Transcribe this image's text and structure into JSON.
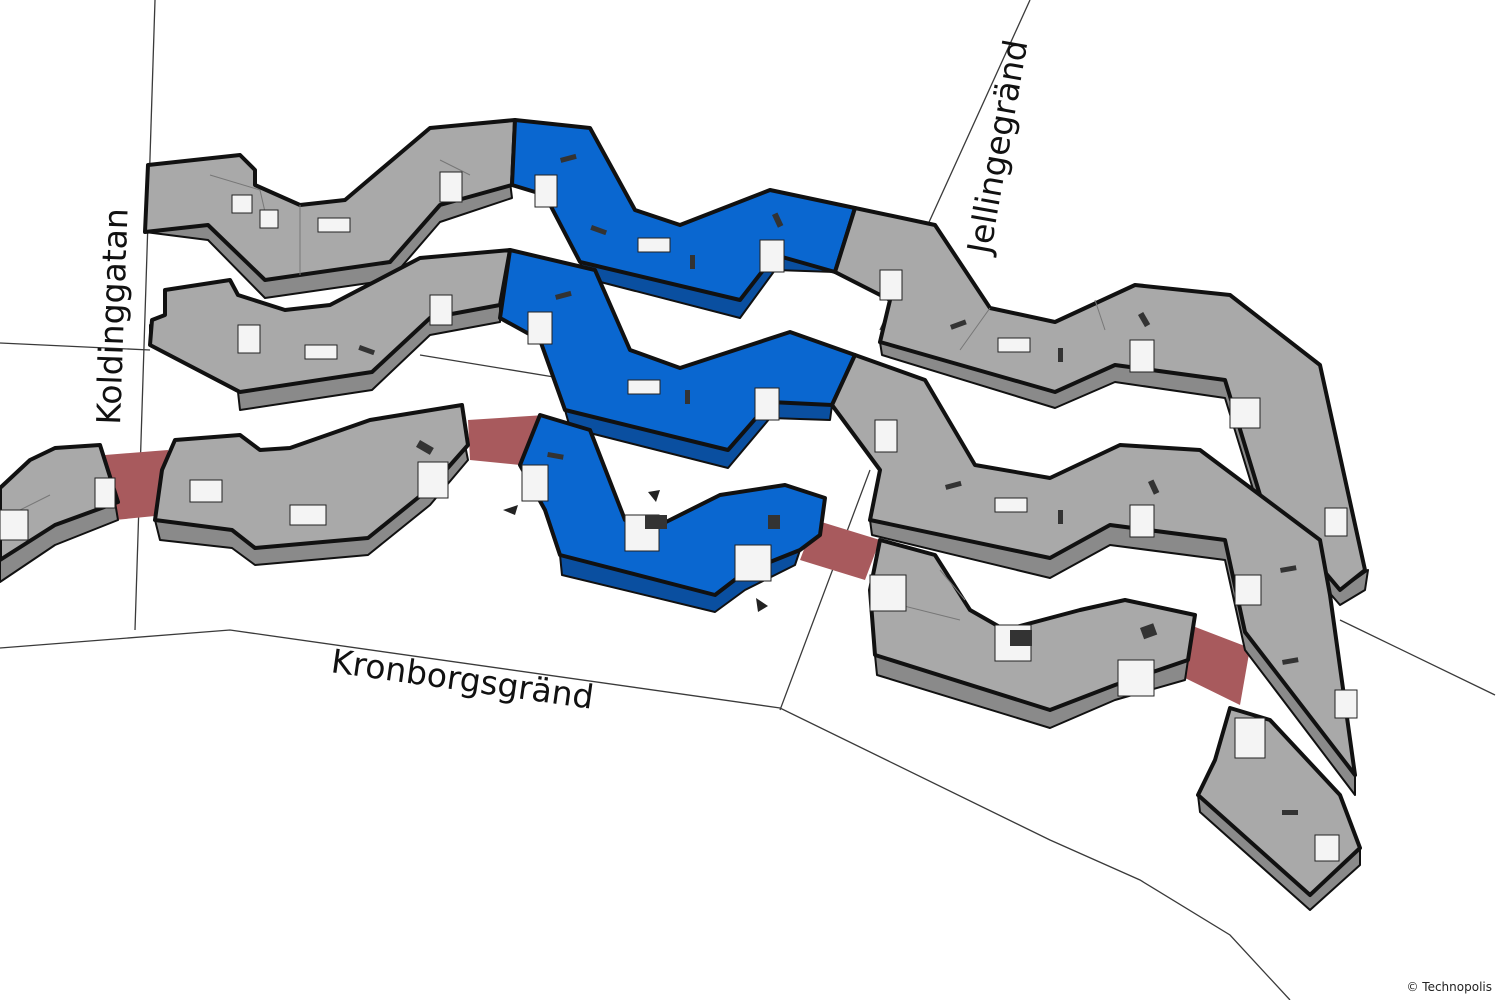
{
  "streets": {
    "kolding": "Koldinggatan",
    "jelling": "Jellingegränd",
    "kronborg": "Kronborgsgränd"
  },
  "copyright": "© Technopolis",
  "colors": {
    "gray_top": "#a9a9a9",
    "gray_side": "#8a8a8a",
    "blue_top": "#0a67d0",
    "blue_side": "#0a4fa0",
    "connector": "#a85a5d",
    "outline": "#111111"
  }
}
